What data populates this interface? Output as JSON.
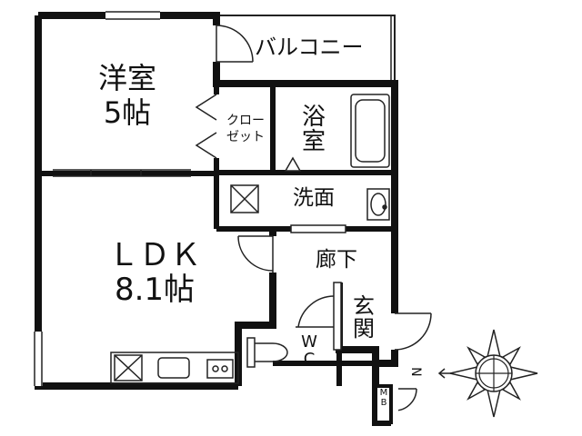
{
  "rooms": {
    "western": {
      "name": "洋室",
      "size": "5帖"
    },
    "balcony": "バルコニー",
    "closet": "クロー\nゼット",
    "bath": "浴\n室",
    "washroom": "洗面",
    "ldk": {
      "name": "ＬＤＫ",
      "size": "8.1帖"
    },
    "hallway": "廊下",
    "entrance": "玄\n関",
    "toilet": "W\nC",
    "mb": "M\nB"
  },
  "compass": {
    "north": "N"
  }
}
